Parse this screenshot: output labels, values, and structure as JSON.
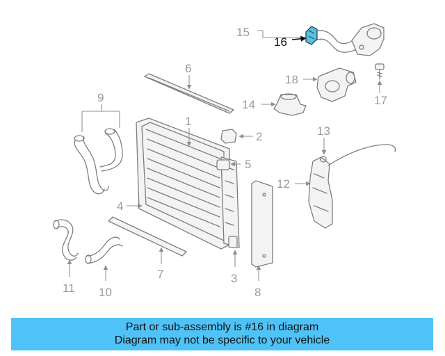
{
  "callouts": {
    "n1": "1",
    "n2": "2",
    "n3": "3",
    "n4": "4",
    "n5": "5",
    "n6": "6",
    "n7": "7",
    "n8": "8",
    "n9": "9",
    "n10": "10",
    "n11": "11",
    "n12": "12",
    "n13": "13",
    "n14": "14",
    "n15": "15",
    "n16": "16",
    "n17": "17",
    "n18": "18"
  },
  "highlighted_part": "16",
  "colors": {
    "banner_bg": "#4fc3f7",
    "highlight_part": "#5bc0de",
    "line_art": "#7d7d7d",
    "callout_text": "#9a9a9a",
    "highlight_text": "#111111"
  },
  "banner": {
    "line1": "Part or sub-assembly is #16 in diagram",
    "line2": "Diagram may not be specific to your vehicle"
  }
}
